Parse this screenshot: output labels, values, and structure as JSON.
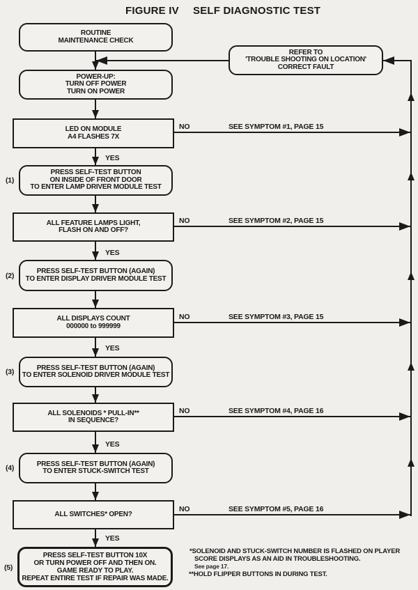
{
  "title": {
    "figure": "FIGURE IV",
    "text": "SELF DIAGNOSTIC TEST"
  },
  "labels": {
    "yes": "YES",
    "no": "NO"
  },
  "steps": [
    "(1)",
    "(2)",
    "(3)",
    "(4)",
    "(5)"
  ],
  "boxes": {
    "routine": {
      "lines": [
        "ROUTINE",
        "MAINTENANCE CHECK"
      ]
    },
    "refer": {
      "lines": [
        "REFER TO",
        "'TROUBLE SHOOTING ON LOCATION'",
        "CORRECT FAULT"
      ]
    },
    "power_up": {
      "lines": [
        "POWER-UP:",
        "TURN OFF POWER",
        "TURN ON POWER"
      ]
    },
    "led": {
      "lines": [
        "LED ON MODULE",
        "A4 FLASHES 7X"
      ]
    },
    "step1": {
      "lines": [
        "PRESS SELF-TEST BUTTON",
        "ON INSIDE OF FRONT DOOR",
        "TO ENTER LAMP DRIVER MODULE TEST"
      ]
    },
    "lamps": {
      "lines": [
        "ALL FEATURE LAMPS LIGHT,",
        "FLASH ON AND OFF?"
      ]
    },
    "step2": {
      "lines": [
        "PRESS SELF-TEST BUTTON (AGAIN)",
        "TO ENTER DISPLAY DRIVER MODULE TEST"
      ]
    },
    "displays": {
      "lines": [
        "ALL DISPLAYS COUNT",
        "000000 to 999999"
      ]
    },
    "step3": {
      "lines": [
        "PRESS SELF-TEST BUTTON (AGAIN)",
        "TO ENTER SOLENOID DRIVER MODULE TEST"
      ]
    },
    "solenoids": {
      "lines": [
        "ALL SOLENOIDS * PULL-IN**",
        "IN SEQUENCE?"
      ]
    },
    "step4": {
      "lines": [
        "PRESS SELF-TEST BUTTON (AGAIN)",
        "TO ENTER STUCK-SWITCH TEST"
      ]
    },
    "switches": {
      "lines": [
        "ALL SWITCHES* OPEN?"
      ]
    },
    "step5": {
      "lines": [
        "PRESS SELF-TEST BUTTON 10X",
        "OR TURN POWER OFF AND THEN ON.",
        "GAME READY TO PLAY.",
        "REPEAT ENTIRE TEST IF REPAIR WAS MADE."
      ]
    }
  },
  "symptoms": [
    "SEE SYMPTOM #1, PAGE 15",
    "SEE SYMPTOM #2, PAGE 15",
    "SEE SYMPTOM #3, PAGE 15",
    "SEE SYMPTOM #4, PAGE 16",
    "SEE SYMPTOM #5, PAGE 16"
  ],
  "footnotes": [
    "*SOLENOID AND STUCK-SWITCH NUMBER IS FLASHED ON PLAYER",
    "SCORE DISPLAYS AS AN AID IN TROUBLESHOOTING.",
    "See page 17.",
    "**HOLD FLIPPER BUTTONS IN DURING TEST."
  ],
  "colors": {
    "ink": "#1a1a1a",
    "paper": "#f0efec"
  }
}
